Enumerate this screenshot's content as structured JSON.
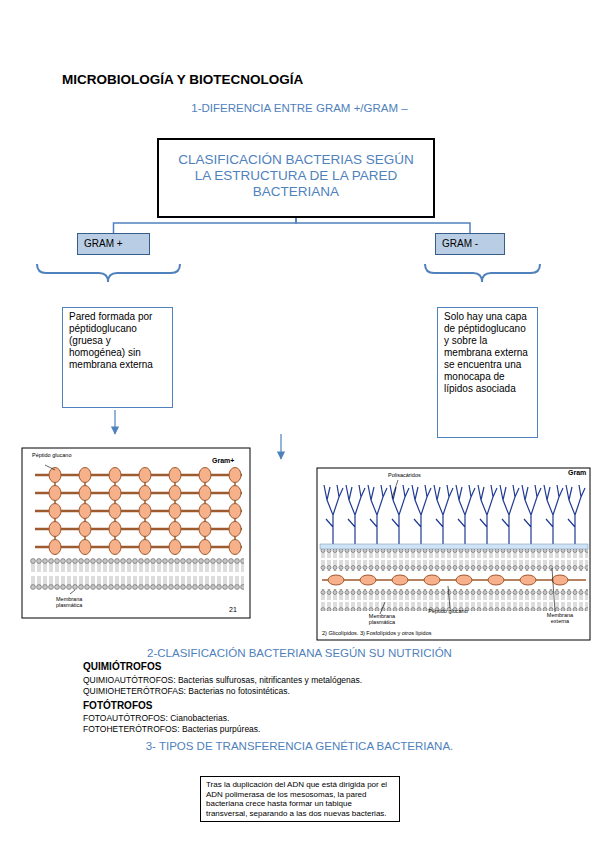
{
  "diagram": {
    "title": "MICROBIOLOGÍA Y BIOTECNOLOGÍA",
    "nodes": [
      {
        "text": [
          "CLASIFICACIÓN BACTERIAS SEGÚN LA ESTRUCTURA DE LA PARED BACTERIANA"
        ]
      },
      {
        "text": [
          "GRAM +"
        ]
      },
      {
        "text": [
          "GRAM -"
        ]
      },
      {
        "text": [
          "Pared formada por péptidoglucano (gruesa y homogénea) sin membrana externa"
        ]
      },
      {
        "text": [
          "Solo hay una capa de péptidoglucano y sobre la membrana externa se encuentra una monocapa de lípidos asociada"
        ]
      },
      {
        "text": [
          "Tras la duplicación del ADN que está dirigida por el ADN polimerasa de los mesosomas, la pared bacteriana crece hasta formar un tabique transversal, separando a las dos nuevas bacterias."
        ]
      }
    ],
    "edges": [
      {
        "from": 0,
        "to": 1,
        "arrow": "none"
      },
      {
        "from": 0,
        "to": 2,
        "arrow": "none"
      }
    ],
    "labels": [
      "1-DIFERENCIA ENTRE GRAM +/GRAM –",
      "Péptido glucano",
      "Gram+",
      "Membrana plasmática",
      "21",
      "Polisacáridos",
      "Gram",
      "Membrana plasmática",
      "Péptido glucano",
      "Membrana externa",
      "2) Glicolípidos. 3) Fosfolípidos y otros lípidos",
      "2-CLASIFICACIÓN BACTERIANA SEGÚN SU NUTRICIÓN",
      "QUIMIÓTROFOS",
      "QUIMIOAUTÓTROFOS: Bacterias sulfurosas, nitrificantes y metalógenas.",
      "QUIMIOHETERÓTROFAS: Bacterias no fotosintéticas.",
      "FOTÓTROFOS",
      "FOTOAUTÓTROFOS: Cianobacterias.",
      "FOTOHETERÓTROFOS: Bacterias purpúreas.",
      "3- TIPOS DE TRANSFERENCIA GENÉTICA BACTERIANA."
    ]
  }
}
